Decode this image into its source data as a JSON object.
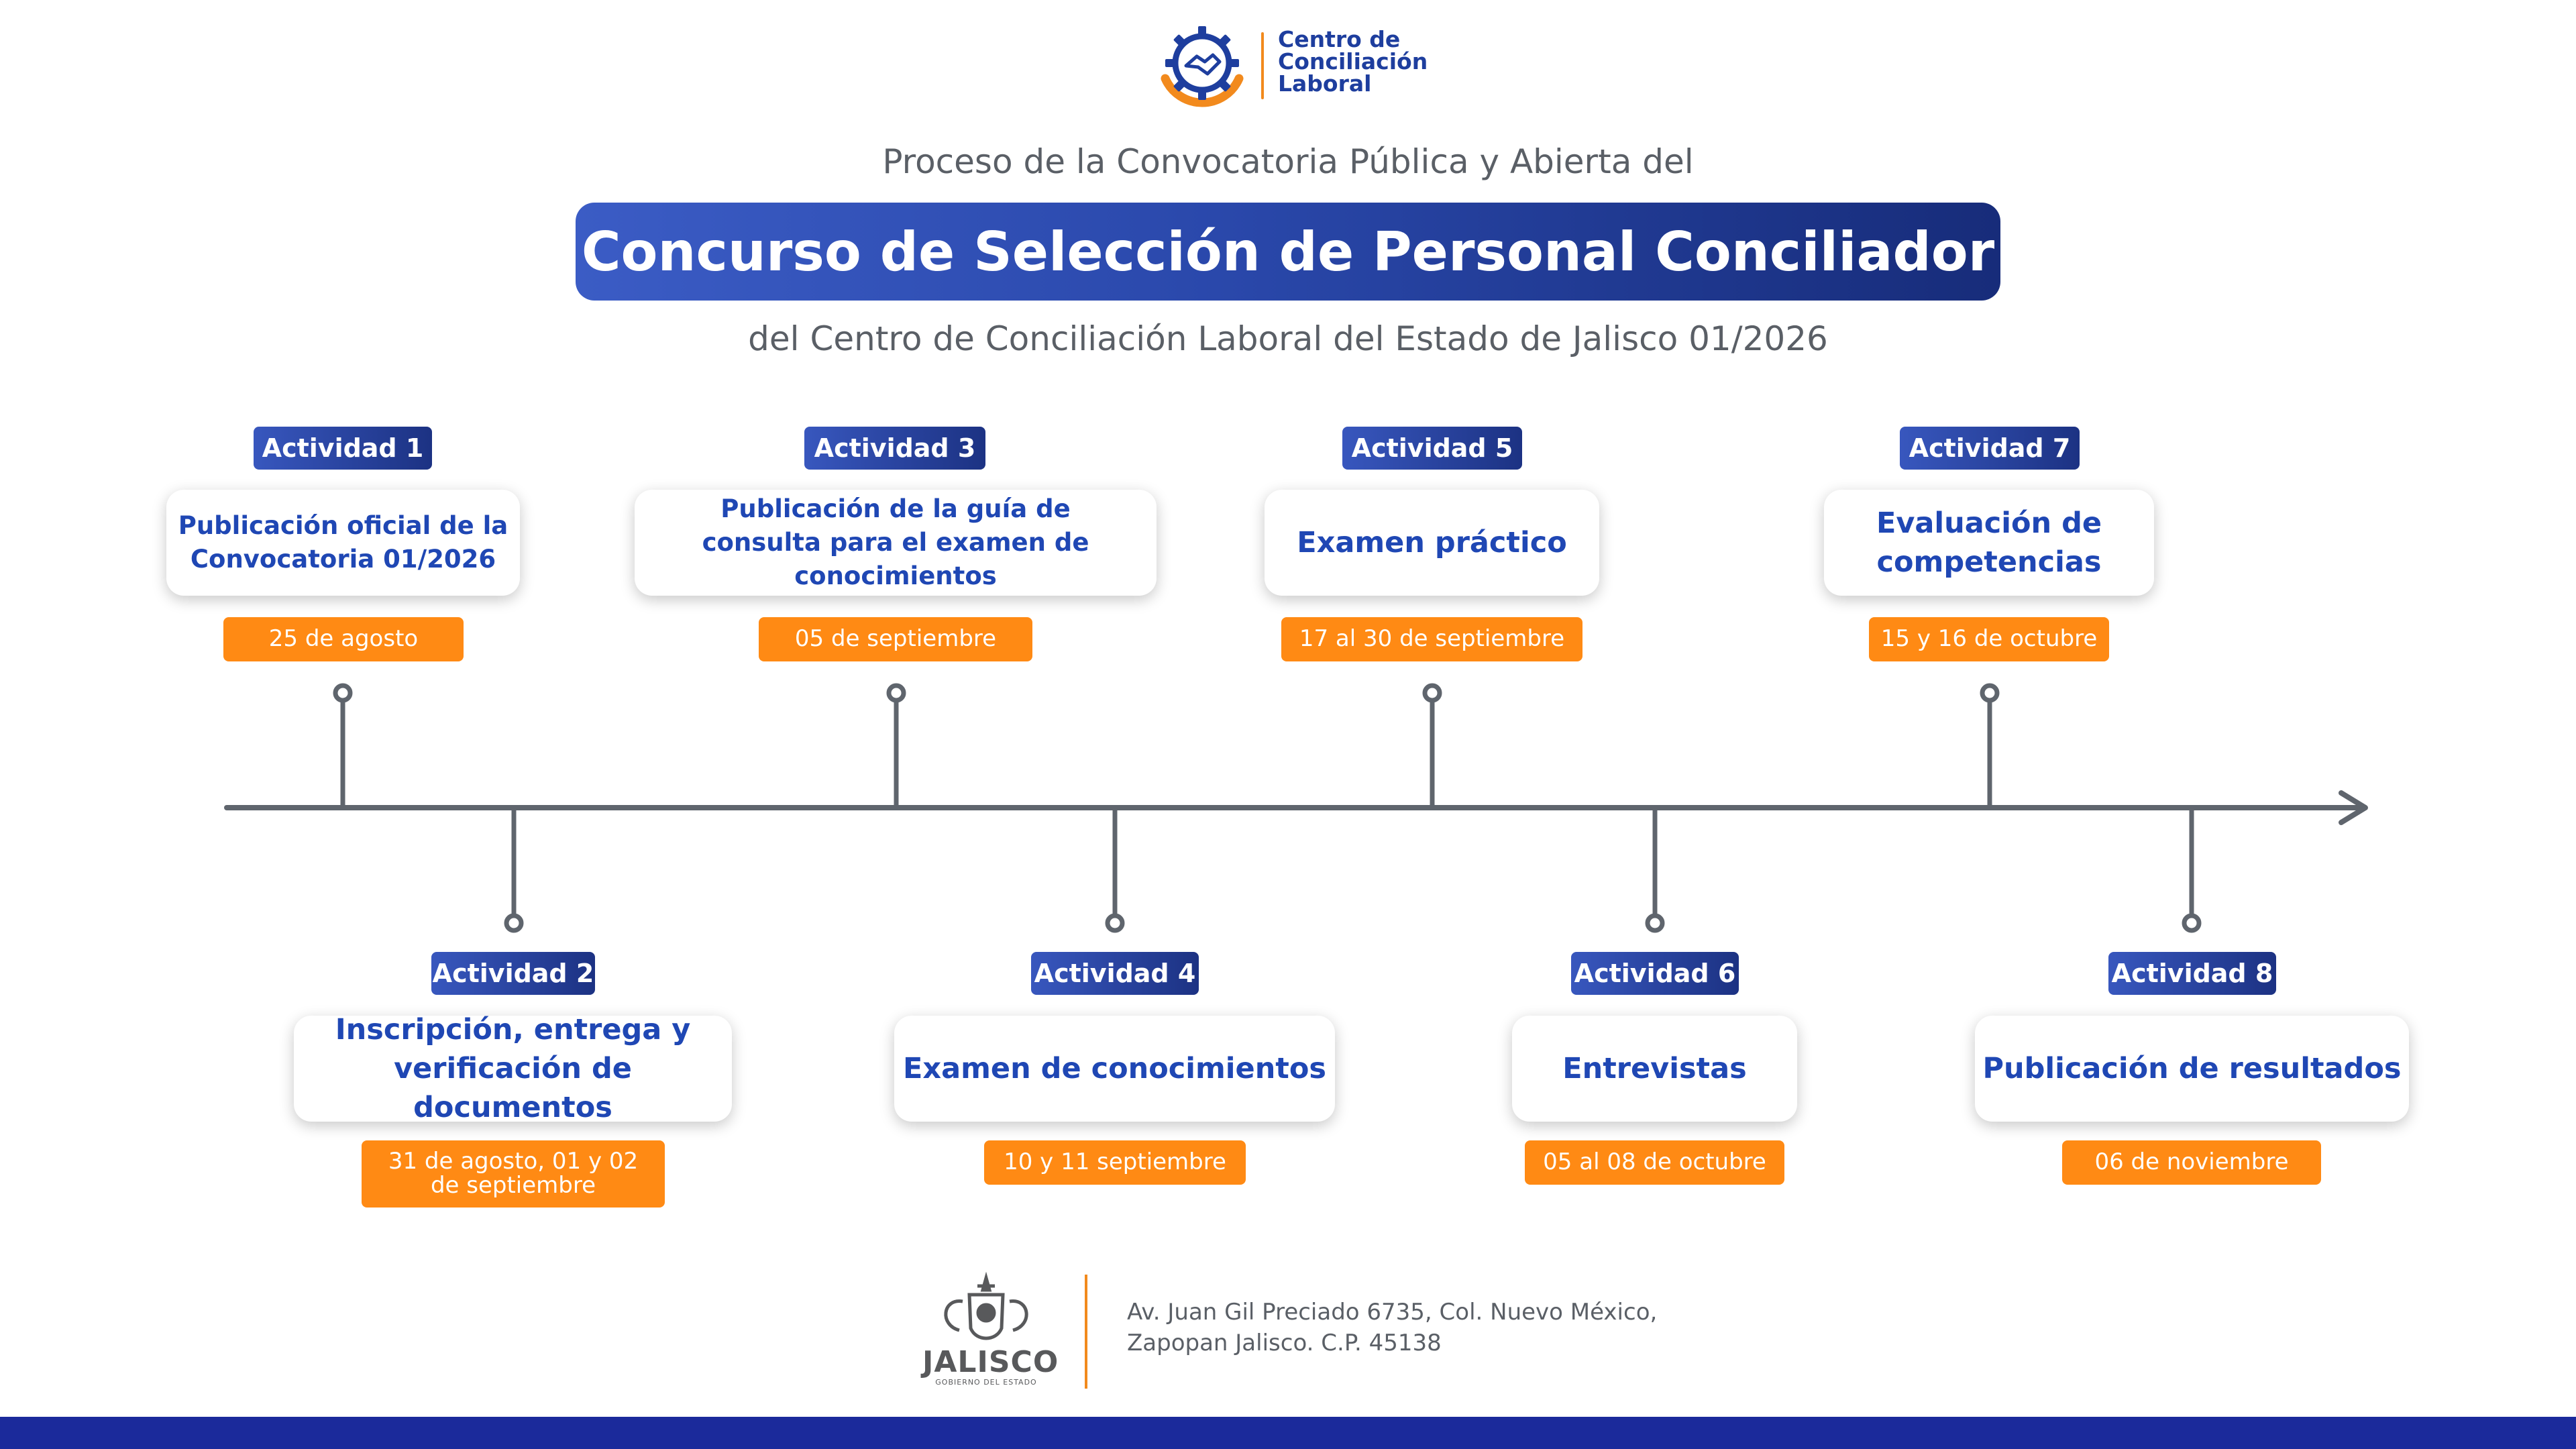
{
  "header": {
    "logo_lines": [
      "Centro de",
      "Conciliación",
      "Laboral"
    ],
    "pre_title": "Proceso de la Convocatoria Pública y Abierta del",
    "title": "Concurso de Selección de Personal Conciliador",
    "post_title": "del Centro de Conciliación Laboral del Estado de Jalisco 01/2026"
  },
  "activities": [
    {
      "label": "Actividad 1",
      "title": "Publicación oficial de la Convocatoria 01/2026",
      "date": "25 de agosto"
    },
    {
      "label": "Actividad 2",
      "title": "Inscripción,  entrega y verificación de documentos",
      "date": "31 de agosto, 01 y 02 de septiembre"
    },
    {
      "label": "Actividad 3",
      "title": "Publicación de la guía de consulta para el examen de conocimientos",
      "date": "05 de septiembre"
    },
    {
      "label": "Actividad 4",
      "title": "Examen de conocimientos",
      "date": "10 y 11 septiembre"
    },
    {
      "label": "Actividad 5",
      "title": "Examen práctico",
      "date": "17 al 30 de septiembre"
    },
    {
      "label": "Actividad 6",
      "title": "Entrevistas",
      "date": "05 al 08 de octubre"
    },
    {
      "label": "Actividad 7",
      "title": "Evaluación de competencias",
      "date": "15 y 16 de octubre"
    },
    {
      "label": "Actividad 8",
      "title": "Publicación de resultados",
      "date": "06 de noviembre"
    }
  ],
  "footer": {
    "jalisco": "JALISCO",
    "jalisco_sub": "GOBIERNO DEL ESTADO",
    "address_line1": "Av. Juan Gil Preciado 6735, Col. Nuevo México,",
    "address_line2": "Zapopan Jalisco. C.P. 45138"
  },
  "colors": {
    "primary_blue": "#1f47b4",
    "badge_blue": "#2a48ab",
    "accent_orange": "#ff8a14",
    "axis_gray": "#5f656d",
    "bottom_bar": "#1b2a9b"
  }
}
